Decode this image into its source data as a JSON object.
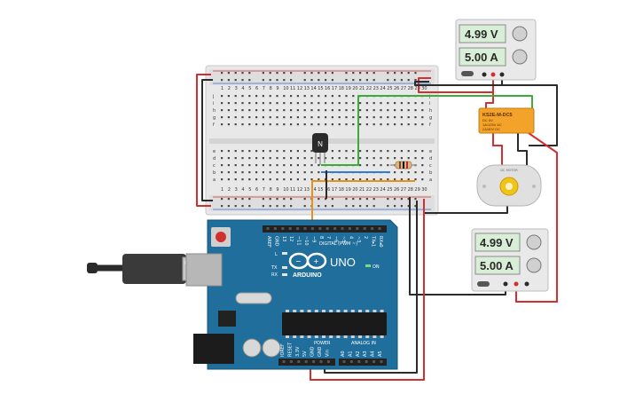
{
  "power_supply_top": {
    "voltage": "4.99 V",
    "current": "5.00 A"
  },
  "power_supply_bottom": {
    "voltage": "4.99 V",
    "current": "5.00 A"
  },
  "transistor": {
    "label": "N"
  },
  "relay": {
    "model": "KS2E-M-DC5",
    "lines": [
      "DC 5V",
      "1A/125V AC",
      "2A/30V DC"
    ]
  },
  "motor": {
    "label": "DC MOTOR"
  },
  "arduino": {
    "brand": "ARDUINO",
    "model": "UNO",
    "digital_label": "DIGITAL (PWM ~)",
    "power_label": "POWER",
    "analog_label": "ANALOG IN",
    "on_label": "ON",
    "led_labels": [
      "L",
      "TX",
      "RX"
    ],
    "digital_pins": [
      "AREF",
      "GND",
      "13",
      "12",
      "~11",
      "~10",
      "~9",
      "8",
      "7",
      "~6",
      "~5",
      "4",
      "~3",
      "2",
      "TX▸1",
      "RX◂0"
    ],
    "power_pins": [
      "IOREF",
      "RESET",
      "3.3V",
      "5V",
      "GND",
      "GND",
      "Vin"
    ],
    "analog_pins": [
      "A0",
      "A1",
      "A2",
      "A3",
      "A4",
      "A5"
    ]
  },
  "breadboard": {
    "row_letters_top": [
      "j",
      "i",
      "h",
      "g",
      "f"
    ],
    "row_letters_bottom": [
      "e",
      "d",
      "c",
      "b",
      "a"
    ],
    "column_numbers": [
      "1",
      "2",
      "3",
      "4",
      "5",
      "6",
      "7",
      "8",
      "9",
      "10",
      "11",
      "12",
      "13",
      "14",
      "15",
      "16",
      "17",
      "18",
      "19",
      "20",
      "21",
      "22",
      "23",
      "24",
      "25",
      "26",
      "27",
      "28",
      "29",
      "30"
    ]
  },
  "colors": {
    "breadboard": "#e8e8e8",
    "arduino": "#1f6e9c",
    "wire_red": "#d32f2f",
    "wire_black": "#2b2b2b",
    "wire_green": "#3cab3c",
    "wire_orange": "#e8901c",
    "wire_blue": "#2f7dd6",
    "relay": "#f3a32a"
  }
}
